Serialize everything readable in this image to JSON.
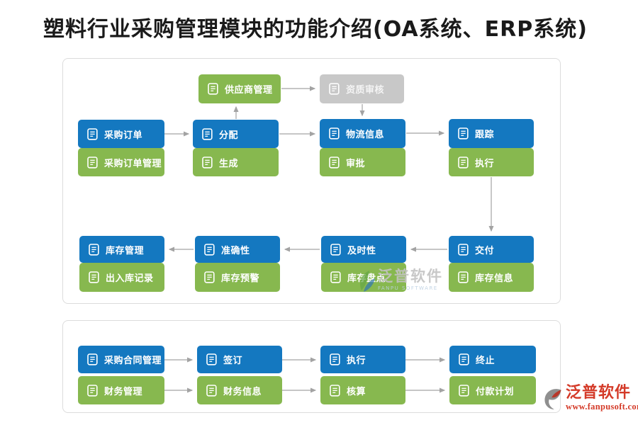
{
  "title": "塑料行业采购管理模块的功能介绍(OA系统、ERP系统)",
  "colors": {
    "title": "#1a1a1a",
    "node_blue": "#1478c0",
    "node_green": "#87b84f",
    "node_gray": "#c8c8c8",
    "arrow": "#a3a3a3",
    "panel_border": "#dcdcdc",
    "brand_red": "#d43a28",
    "watermark_gray": "#c3c3c3"
  },
  "flow1": {
    "supplier_mgmt": "供应商管理",
    "qualification_audit": "资质审核",
    "purchase_order": "采购订单",
    "purchase_order_mgmt": "采购订单管理",
    "allocation": "分配",
    "generate": "生成",
    "logistics_info": "物流信息",
    "approve": "审批",
    "tracking": "跟踪",
    "execute": "执行",
    "inventory_mgmt": "库存管理",
    "in_out_records": "出入库记录",
    "accuracy": "准确性",
    "inventory_warning": "库存预警",
    "timeliness": "及时性",
    "inventory_count": "库存盘点",
    "delivery": "交付",
    "inventory_info": "库存信息"
  },
  "flow2": {
    "contract_mgmt": "采购合同管理",
    "finance_mgmt": "财务管理",
    "sign": "签订",
    "finance_info": "财务信息",
    "execute": "执行",
    "accounting": "核算",
    "terminate": "终止",
    "payment_plan": "付款计划"
  },
  "watermark": {
    "brand": "泛普软件",
    "brand_sub": "FANPU SOFTWARE"
  },
  "logo": {
    "brand": "泛普软件",
    "url": "www.fanpusoft.com"
  }
}
